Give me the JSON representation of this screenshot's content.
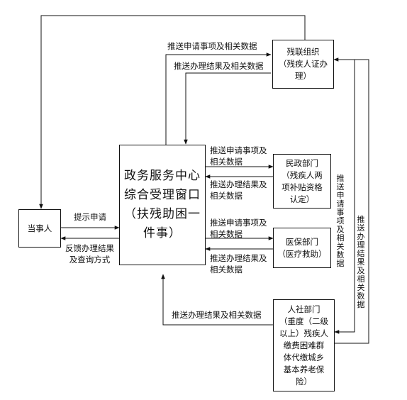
{
  "nodes": {
    "applicant": "当事人",
    "center": "政务服务中心\n综合受理窗口\n（扶残助困一\n件事）",
    "disabled_federation": "残联组织\n（残疾人证办\n理）",
    "civil_affairs": "民政部门\n（残疾人两\n项补贴资格\n认定）",
    "medical_insurance": "医保部门\n（医疗救助）",
    "social_security": "人社部门\n（重度（二级\n以上）残疾人\n缴费困难群\n体代缴城乡\n基本养老保\n险）"
  },
  "edges": {
    "submit_application": "提示申请",
    "feedback": "反馈办理结果\n及查询方式",
    "push_request_federation": "推送申请事项及相关数据",
    "push_result_federation": "推送办理结果及相关数据",
    "push_request_civil": "推送申请事项及\n相关数据",
    "push_result_civil": "推送办理结果及\n相关数据",
    "push_request_medical": "推送申请事项及\n相关数据",
    "push_result_medical": "推送办理结果及\n相关数据",
    "push_result_social": "推送办理结果及相关数据",
    "push_request_vertical": "推送申请事项及相关数据",
    "push_result_vertical": "推送办理结果及相关数据"
  }
}
